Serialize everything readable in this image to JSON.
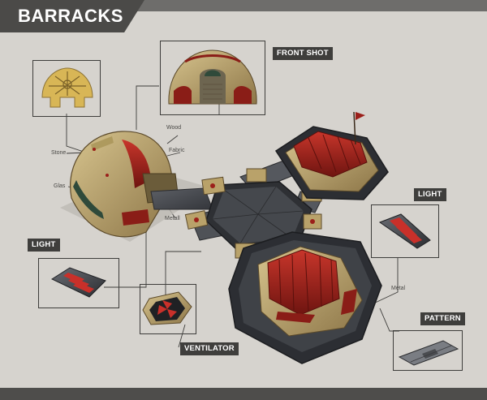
{
  "header": {
    "title": "BARRACKS"
  },
  "callouts": {
    "front_shot": "FRONT SHOT",
    "light_right": "LIGHT",
    "light_left": "LIGHT",
    "ventilator": "VENTILATOR",
    "pattern": "PATTERN"
  },
  "materials": {
    "wood": "Wood",
    "fabric": "Fabric",
    "stone": "Stone",
    "glas": "Glas",
    "metall": "Metall",
    "metal": "Metal"
  },
  "colors": {
    "background": "#d6d3ce",
    "header_bar": "#4b4a48",
    "label_box": "#3f3e3c",
    "fabric_red": "#9b1f1a",
    "stone_tan": "#b9a26a",
    "metal_dark": "#3b3d42"
  }
}
